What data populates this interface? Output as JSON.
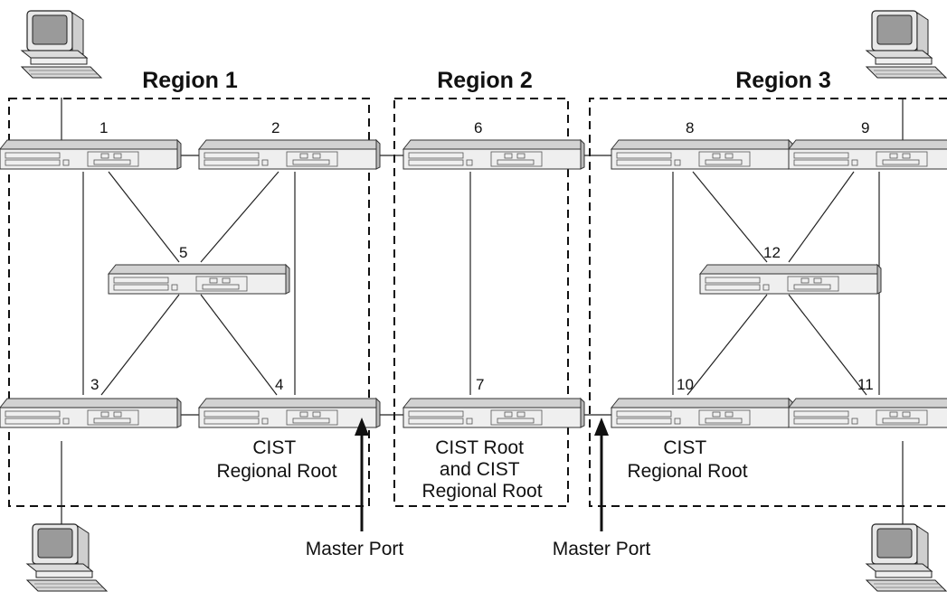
{
  "regions": [
    {
      "label": "Region 1"
    },
    {
      "label": "Region 2"
    },
    {
      "label": "Region 3"
    }
  ],
  "switches": [
    "1",
    "2",
    "3",
    "4",
    "5",
    "6",
    "7",
    "8",
    "9",
    "10",
    "11",
    "12"
  ],
  "captions": {
    "r1_root": [
      "CIST",
      "Regional Root"
    ],
    "r2_root": [
      "CIST Root",
      "and CIST",
      "Regional Root"
    ],
    "r3_root": [
      "CIST",
      "Regional Root"
    ],
    "master_port_left": "Master Port",
    "master_port_right": "Master Port"
  },
  "icons": {
    "switch": "network-switch-icon",
    "computer": "computer-icon"
  },
  "colors": {
    "line": "#222222",
    "switch_top": "#d2d2d2",
    "switch_front": "#efefef",
    "screen": "#9a9a9a"
  }
}
